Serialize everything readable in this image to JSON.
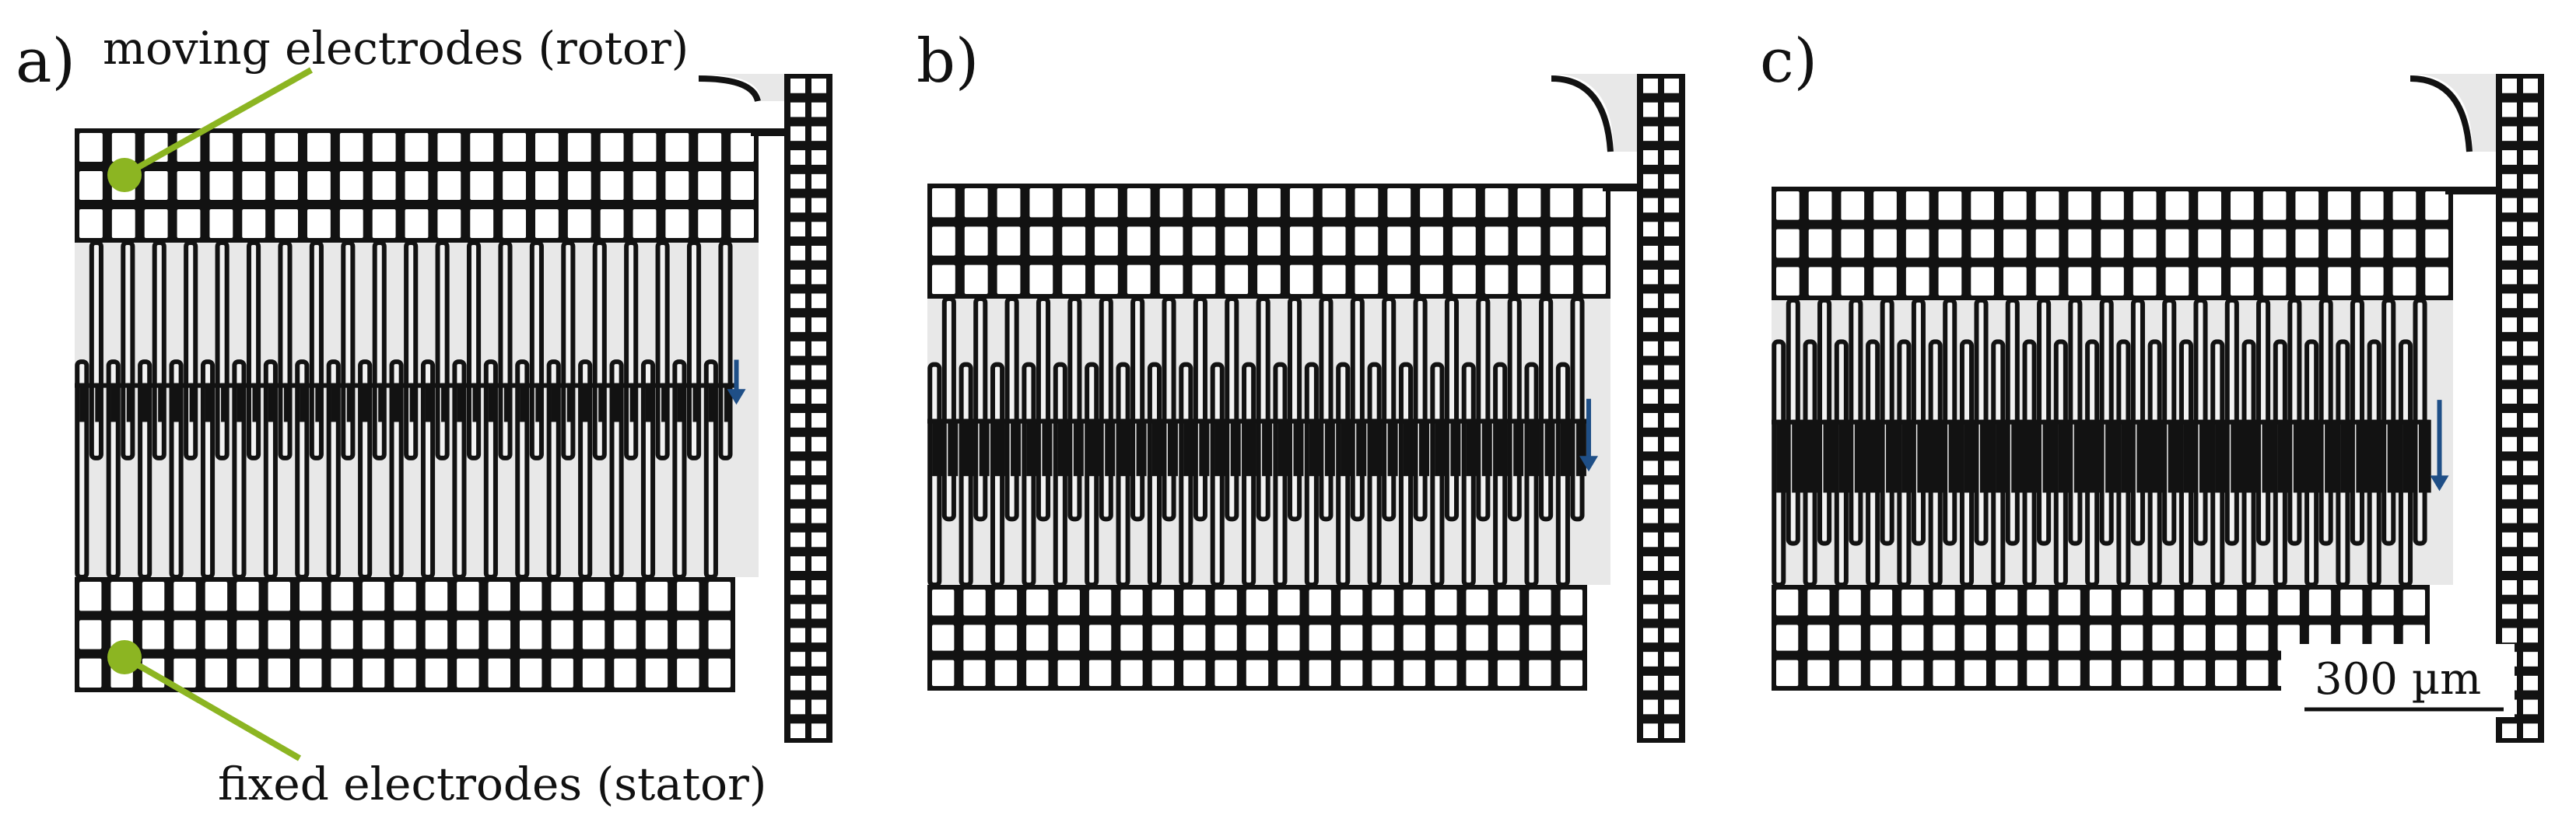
{
  "panels": [
    {
      "label": "a)",
      "overlap": 0.08
    },
    {
      "label": "b)",
      "overlap": 0.5
    },
    {
      "label": "c)",
      "overlap": 0.78
    }
  ],
  "annotations": {
    "rotor": "moving electrodes (rotor)",
    "stator": "fixed electrodes (stator)",
    "scale_bar": "300 µm"
  },
  "colors": {
    "structure": "#121212",
    "background": "#e8e8e8",
    "callout": "#8cb522",
    "arrow": "#1f4f87"
  },
  "icons": {
    "motion": "arrow-down-icon",
    "callout_marker": "dot-icon"
  }
}
